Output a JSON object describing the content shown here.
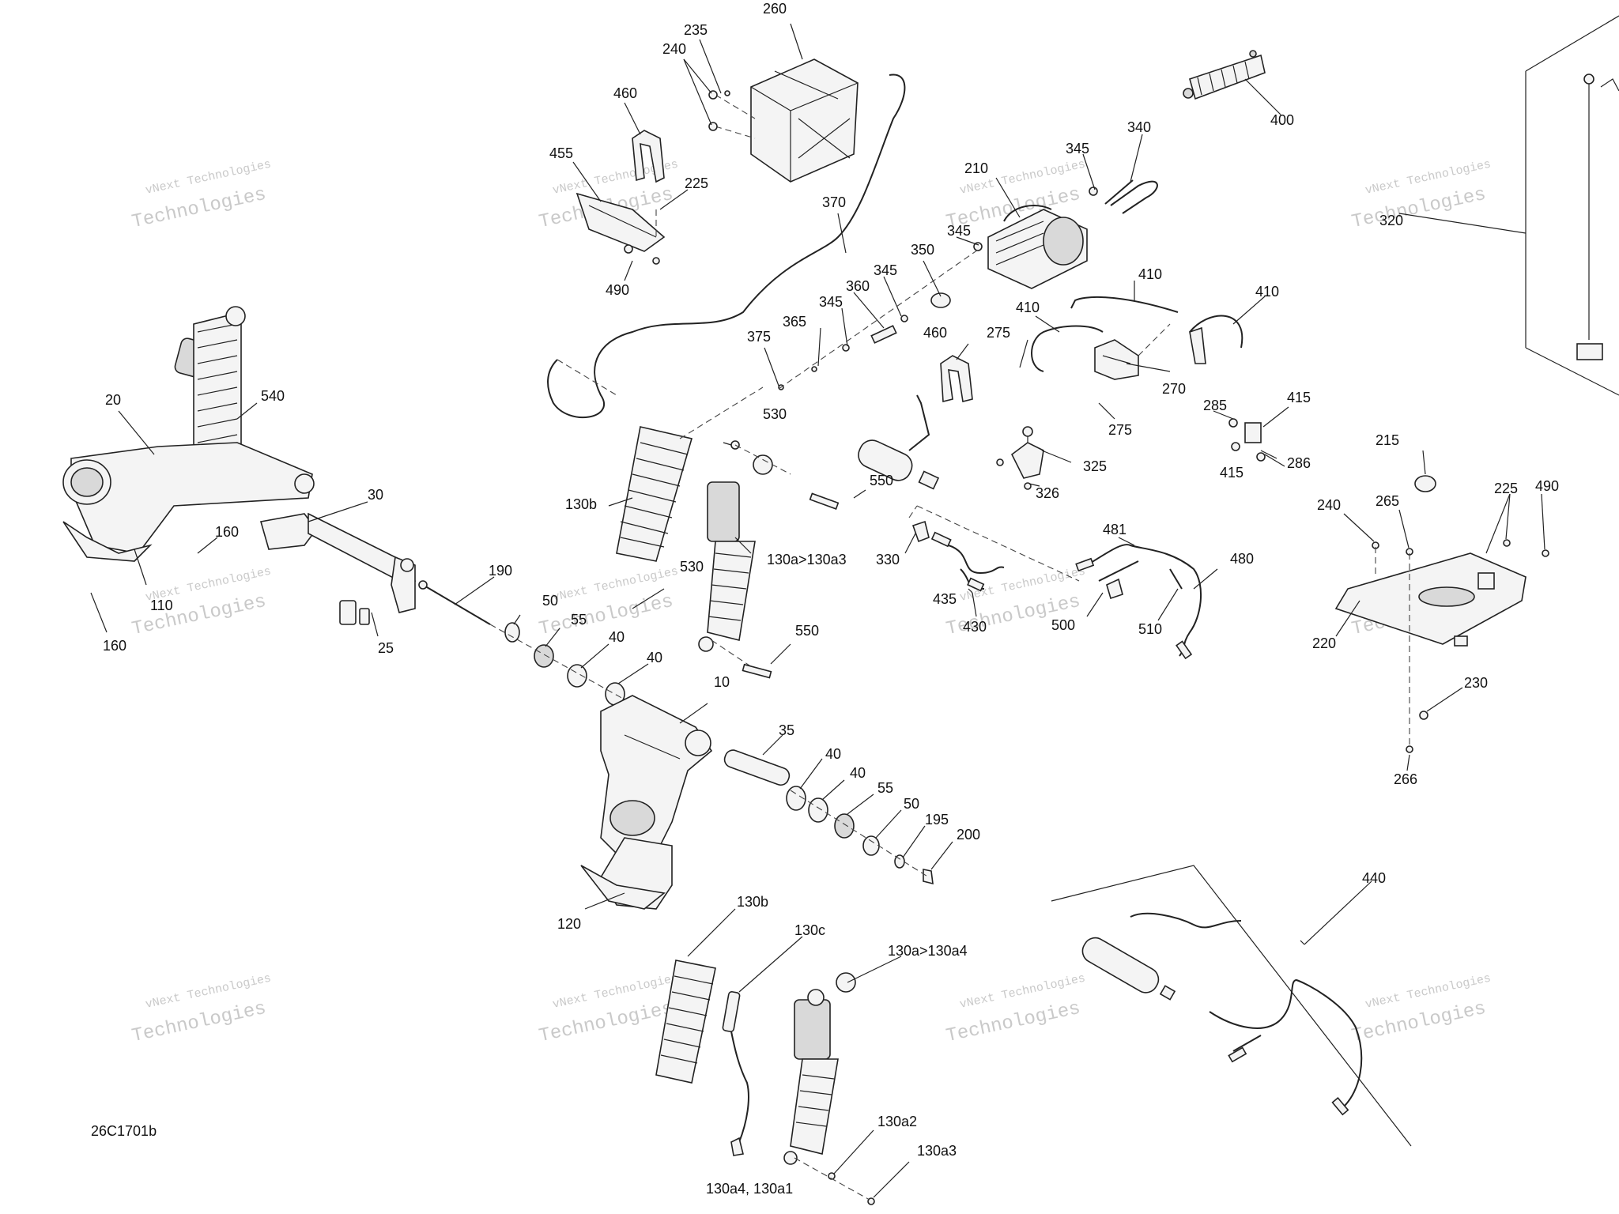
{
  "diagram_code": "26C1701b",
  "watermark": {
    "line1": "vNext Technologies",
    "line2": "Technologies"
  },
  "callouts": [
    {
      "id": "c260",
      "text": "260"
    },
    {
      "id": "c235",
      "text": "235"
    },
    {
      "id": "c240a",
      "text": "240"
    },
    {
      "id": "c460a",
      "text": "460"
    },
    {
      "id": "c455",
      "text": "455"
    },
    {
      "id": "c225a",
      "text": "225"
    },
    {
      "id": "c490a",
      "text": "490"
    },
    {
      "id": "c370",
      "text": "370"
    },
    {
      "id": "c400",
      "text": "400"
    },
    {
      "id": "c340",
      "text": "340"
    },
    {
      "id": "c345a",
      "text": "345"
    },
    {
      "id": "c210",
      "text": "210"
    },
    {
      "id": "c345b",
      "text": "345"
    },
    {
      "id": "c350",
      "text": "350"
    },
    {
      "id": "c345c",
      "text": "345"
    },
    {
      "id": "c360",
      "text": "360"
    },
    {
      "id": "c345d",
      "text": "345"
    },
    {
      "id": "c365",
      "text": "365"
    },
    {
      "id": "c375",
      "text": "375"
    },
    {
      "id": "c410a",
      "text": "410"
    },
    {
      "id": "c410b",
      "text": "410"
    },
    {
      "id": "c410c",
      "text": "410"
    },
    {
      "id": "c275a",
      "text": "275"
    },
    {
      "id": "c460b",
      "text": "460"
    },
    {
      "id": "c270",
      "text": "270"
    },
    {
      "id": "c275b",
      "text": "275"
    },
    {
      "id": "c320",
      "text": "320"
    },
    {
      "id": "c285",
      "text": "285"
    },
    {
      "id": "c415a",
      "text": "415"
    },
    {
      "id": "c415b",
      "text": "415"
    },
    {
      "id": "c286",
      "text": "286"
    },
    {
      "id": "c325",
      "text": "325"
    },
    {
      "id": "c326",
      "text": "326"
    },
    {
      "id": "c20",
      "text": "20"
    },
    {
      "id": "c540",
      "text": "540"
    },
    {
      "id": "c530a",
      "text": "530"
    },
    {
      "id": "c550a",
      "text": "550"
    },
    {
      "id": "c130b_top",
      "text": "130b"
    },
    {
      "id": "c130a_a3",
      "text": "130a>130a3"
    },
    {
      "id": "c30",
      "text": "30"
    },
    {
      "id": "c160a",
      "text": "160"
    },
    {
      "id": "c110",
      "text": "110"
    },
    {
      "id": "c160b",
      "text": "160"
    },
    {
      "id": "c190",
      "text": "190"
    },
    {
      "id": "c50a",
      "text": "50"
    },
    {
      "id": "c55a",
      "text": "55"
    },
    {
      "id": "c530b",
      "text": "530"
    },
    {
      "id": "c25",
      "text": "25"
    },
    {
      "id": "c40a",
      "text": "40"
    },
    {
      "id": "c40b",
      "text": "40"
    },
    {
      "id": "c550b",
      "text": "550"
    },
    {
      "id": "c10",
      "text": "10"
    },
    {
      "id": "c35",
      "text": "35"
    },
    {
      "id": "c40c",
      "text": "40"
    },
    {
      "id": "c40d",
      "text": "40"
    },
    {
      "id": "c55b",
      "text": "55"
    },
    {
      "id": "c50b",
      "text": "50"
    },
    {
      "id": "c195",
      "text": "195"
    },
    {
      "id": "c200",
      "text": "200"
    },
    {
      "id": "c120",
      "text": "120"
    },
    {
      "id": "c330",
      "text": "330"
    },
    {
      "id": "c481",
      "text": "481"
    },
    {
      "id": "c480",
      "text": "480"
    },
    {
      "id": "c435",
      "text": "435"
    },
    {
      "id": "c430",
      "text": "430"
    },
    {
      "id": "c500",
      "text": "500"
    },
    {
      "id": "c510",
      "text": "510"
    },
    {
      "id": "c215",
      "text": "215"
    },
    {
      "id": "c240b",
      "text": "240"
    },
    {
      "id": "c265",
      "text": "265"
    },
    {
      "id": "c225b",
      "text": "225"
    },
    {
      "id": "c490b",
      "text": "490"
    },
    {
      "id": "c220",
      "text": "220"
    },
    {
      "id": "c230",
      "text": "230"
    },
    {
      "id": "c266",
      "text": "266"
    },
    {
      "id": "c440",
      "text": "440"
    },
    {
      "id": "c130b_bot",
      "text": "130b"
    },
    {
      "id": "c130c",
      "text": "130c"
    },
    {
      "id": "c130a_a4",
      "text": "130a>130a4"
    },
    {
      "id": "c130a2",
      "text": "130a2"
    },
    {
      "id": "c130a3",
      "text": "130a3"
    },
    {
      "id": "c130a4_a1",
      "text": "130a4, 130a1"
    }
  ]
}
